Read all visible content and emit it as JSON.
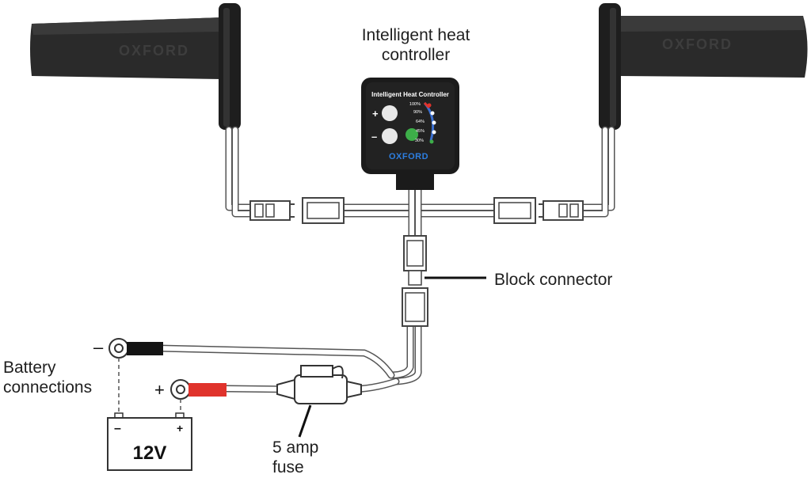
{
  "labels": {
    "controller_line1": "Intelligent heat",
    "controller_line2": "controller",
    "block_connector": "Block connector",
    "battery_line1": "Battery",
    "battery_line2": "connections",
    "fuse_line1": "5 amp",
    "fuse_line2": "fuse"
  },
  "controller_box": {
    "panel_title": "Intelligent Heat Controller",
    "plus_symbol": "+",
    "minus_symbol": "–",
    "brand": "OXFORD",
    "levels": [
      "100%",
      "90%",
      "64%",
      "45%",
      "30%"
    ]
  },
  "grips": {
    "brand_emboss": "OXFORD"
  },
  "battery": {
    "voltage": "12V",
    "neg_terminal_mark": "–",
    "pos_terminal_mark": "+",
    "neg_connection_symbol": "–",
    "pos_connection_symbol": "+"
  },
  "colors": {
    "grip_dark": "#2c2c2c",
    "controller_body": "#1b1b1b",
    "brand_blue": "#1e6fd0",
    "led_green": "#3dae49",
    "positive_red": "#e0332c",
    "negative_black": "#141414",
    "wire_outline": "#555555"
  }
}
